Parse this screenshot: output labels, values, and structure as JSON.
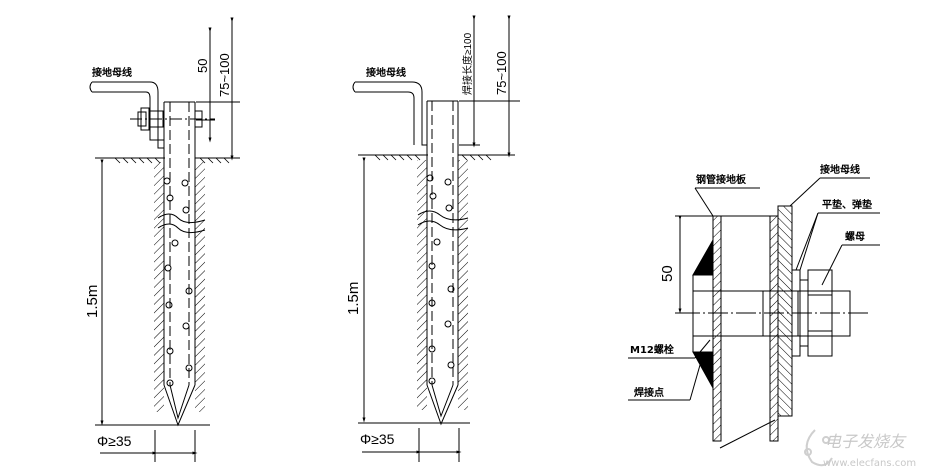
{
  "diagram": {
    "type": "engineering-drawing",
    "subject": "grounding electrode installation details",
    "colors": {
      "line": "#000000",
      "background": "#ffffff",
      "watermark": "#c8c8c8"
    }
  },
  "left_figure": {
    "lead_label": "接地母线",
    "dim_top": "50",
    "dim_depth_range": "75~100",
    "dim_length": "1.5m",
    "dim_diameter": "Φ≥35"
  },
  "middle_figure": {
    "lead_label": "接地母线",
    "dim_weld": "焊接长度≥100",
    "dim_depth_range": "75~100",
    "dim_length": "1.5m",
    "dim_diameter": "Φ≥35"
  },
  "right_figure": {
    "label_plate": "钢管接地板",
    "label_busbar": "接地母线",
    "label_washers": "平垫、弹垫",
    "label_nut": "螺母",
    "label_bolt": "M12螺栓",
    "label_weld": "焊接点",
    "dim_height": "50"
  },
  "watermark": {
    "text": "电子发烧友",
    "url": "www.elecfans.com"
  }
}
